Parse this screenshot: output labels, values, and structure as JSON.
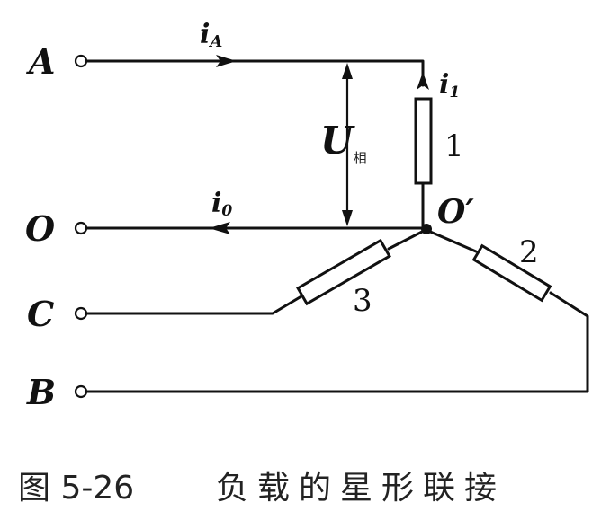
{
  "terminals": {
    "a": "A",
    "o": "O",
    "c": "C",
    "b": "B"
  },
  "currents": {
    "line_a": "i",
    "line_a_sub": "A",
    "branch_1": "i",
    "branch_1_sub": "1",
    "neutral": "i",
    "neutral_sub": "0"
  },
  "voltage": {
    "symbol": "U",
    "sub": "相"
  },
  "node": {
    "label": "O′"
  },
  "loads": {
    "one": "1",
    "two": "2",
    "three": "3"
  },
  "caption": {
    "number": "图 5-26",
    "title": "负载的星形联接"
  }
}
